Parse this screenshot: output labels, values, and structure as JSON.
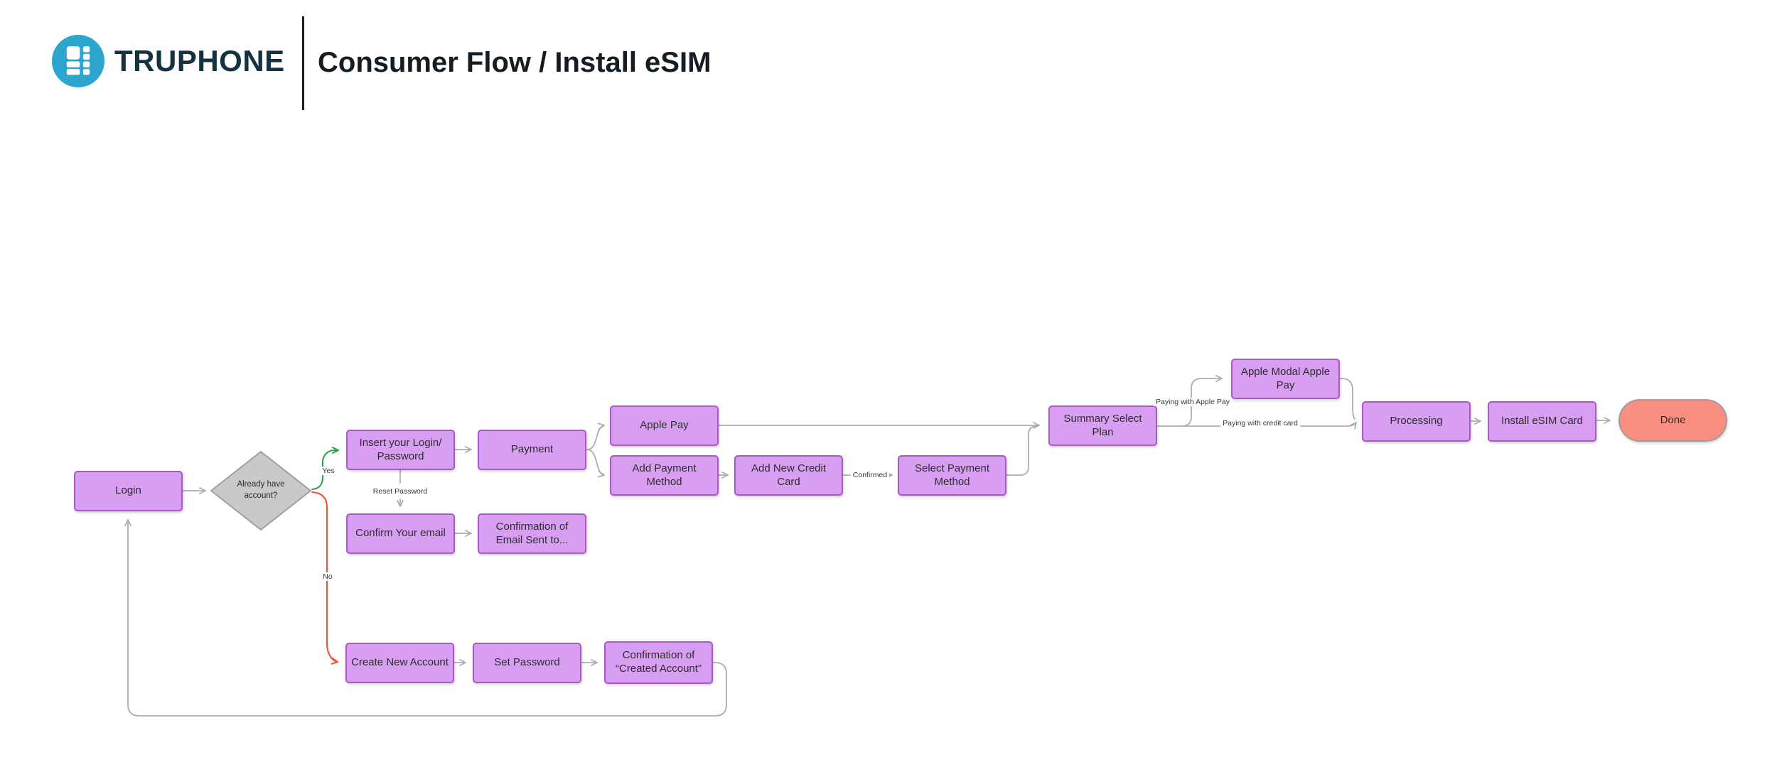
{
  "header": {
    "brand": "TRUPHONE",
    "title": "Consumer Flow / Install eSIM",
    "logo_icon": "truphone-grid-icon"
  },
  "colors": {
    "logo_teal": "#2EA5CE",
    "brand_navy": "#14323F",
    "node_fill": "#D79EF2",
    "node_border": "#A958C6",
    "decision_fill": "#C9C9C9",
    "decision_border": "#9E9E9E",
    "terminal_fill": "#FA8E80",
    "terminal_border": "#9E9E9E",
    "connector_gray": "#ADADAD",
    "yes_green": "#29A347",
    "no_red": "#F4512C"
  },
  "nodes": {
    "login": {
      "label": "Login"
    },
    "already_have_account": {
      "label": "Already have\naccount?"
    },
    "insert_login": {
      "label": "Insert your Login/\nPassword"
    },
    "payment": {
      "label": "Payment"
    },
    "apple_pay": {
      "label": "Apple Pay"
    },
    "add_payment_method": {
      "label": "Add Payment Method"
    },
    "add_new_credit_card": {
      "label": "Add New Credit Card"
    },
    "select_payment_method": {
      "label": "Select Payment\nMethod"
    },
    "summary_select_plan": {
      "label": "Summary Select Plan"
    },
    "apple_modal_apple_pay": {
      "label": "Apple Modal Apple\nPay"
    },
    "processing": {
      "label": "Processing"
    },
    "install_esim_card": {
      "label": "Install eSIM Card"
    },
    "done": {
      "label": "Done"
    },
    "confirm_your_email": {
      "label": "Confirm Your email"
    },
    "confirmation_email_sent": {
      "label": "Confirmation of\nEmail Sent to..."
    },
    "create_new_account": {
      "label": "Create New Account"
    },
    "set_password": {
      "label": "Set Password"
    },
    "confirmation_created_account": {
      "label": "Confirmation of\n“Created Account”"
    }
  },
  "edge_labels": {
    "yes": "Yes",
    "no": "No",
    "reset_password": "Reset Password",
    "confirmed": "Confirmed",
    "paying_with_apple_pay": "Paying with Apple Pay",
    "paying_with_credit_card": "Paying with credit card"
  }
}
